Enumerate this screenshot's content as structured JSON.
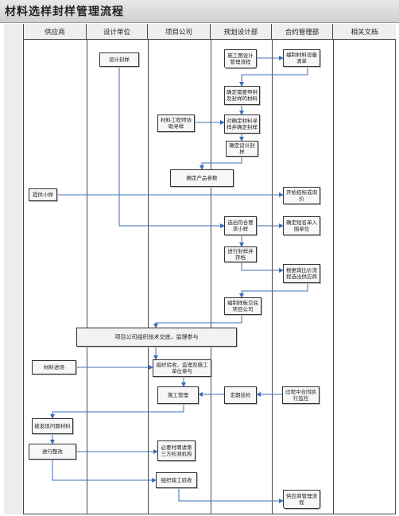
{
  "title": "材料选样封样管理流程",
  "lanes": [
    "供应商",
    "设计单位",
    "项目公司",
    "规划设计部",
    "合约管理部",
    "相关文档"
  ],
  "nodes": {
    "n1": "设计封样",
    "n2": "施工图设计管理流程",
    "n3": "编制材料设备清单",
    "n4": "确定需要甲供及封样的材料",
    "n5": "材料工程师协助寻样",
    "n6": "对确定材料寻样并确定封样",
    "n7": "确定设计封样",
    "n8": "确定产品参数",
    "n9": "提供小样",
    "n10": "开始招标或询价",
    "n11": "选出符合要求小样",
    "n12": "确定短名单入围单位",
    "n13": "进行封样并存档",
    "n14": "根据询比价流程选出供应商",
    "n15": "编制样板交底项目公司",
    "n16": "项目公司组织技术交底，监理参与",
    "n17": "材料进场",
    "n18": "组织验收，监理及施工单位参与",
    "n19": "施工管理",
    "n20": "定期巡检",
    "n21": "过程中合同执行监控",
    "n22": "被发现问题材料",
    "n23": "进行整改",
    "n24": "必要时聘请第三方检测机构",
    "n25": "组织竣工验收",
    "n26": "供应商管理流程"
  }
}
